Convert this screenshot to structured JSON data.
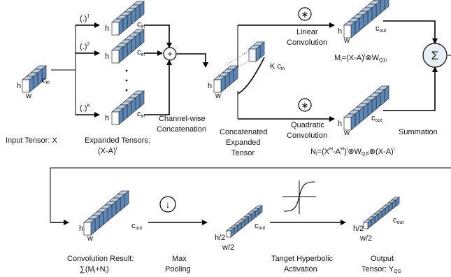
{
  "labels": {
    "input_tensor": "Input Tensor: X",
    "expanded_tensors": "Expanded Tensors:",
    "expanded_formula": "(X-A)",
    "expanded_formula_sup": "i",
    "channel_concat_1": "Channel-wise",
    "channel_concat_2": "Concatenation",
    "concat_expanded_1": "Concatenated",
    "concat_expanded_2": "Expanded",
    "concat_expanded_3": "Tensor",
    "linear_conv_1": "Linear",
    "linear_conv_2": "Convolution",
    "quadratic_conv_1": "Quadratic",
    "quadratic_conv_2": "Convolution",
    "summation": "Summation",
    "conv_result_1": "Convolution Result:",
    "conv_result_2": "∑(M",
    "max_pool_1": "Max",
    "max_pool_2": "Pooling",
    "tanh_1": "Tanget Hyperbolic",
    "tanh_2": "Activation",
    "output_1": "Output",
    "output_2": "Tensor: Y",
    "output_sub": "QS"
  },
  "powers": [
    "(.)",
    "(.)",
    "(.)"
  ],
  "power_sups": [
    "1",
    "2",
    "K"
  ],
  "dims": {
    "h": "h",
    "w": "w",
    "c": "c",
    "in": "in",
    "out": "out",
    "h2": "h/2",
    "w2": "w/2",
    "kcin": "K c"
  },
  "formulas": {
    "mi": "M",
    "mi_sub": "i",
    "mi_rest": "=(X-A)",
    "mi_sup": "i",
    "mi_tail": "⊗W",
    "mi_tail_sub": "Q1i",
    "ni": "N",
    "ni_sub": "i",
    "ni_eq": "=(X",
    "ni_h1": "H",
    "ni_mid": "-A",
    "ni_h2": "H",
    "ni_close": ")",
    "ni_sup1": "i",
    "ni_w": "⊗W",
    "ni_wsub": "Q2i",
    "ni_tail": "⊗(X-A)",
    "ni_sup2": "i",
    "sum_plus": "+N",
    "sum_close": ")"
  },
  "symbols": {
    "conv": "∗",
    "plus": "+",
    "sigma": "Σ",
    "down": "↓"
  },
  "colors": {
    "tensor_top": "#b8cfe6",
    "tensor_side": "#5a86b8",
    "tensor_front": "#eef3f8"
  }
}
